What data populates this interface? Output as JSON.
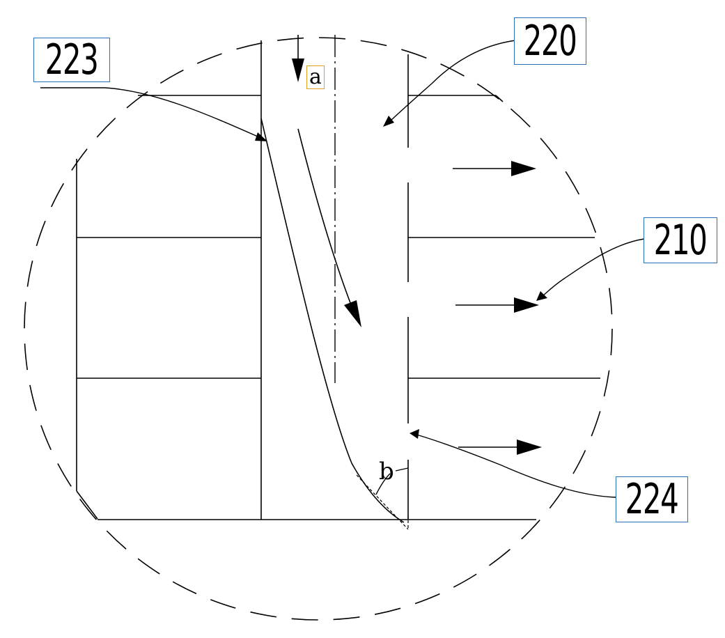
{
  "labels": {
    "ref_223": "223",
    "ref_220": "220",
    "ref_210": "210",
    "ref_224": "224",
    "angle_a": "a",
    "angle_b": "b"
  },
  "colors": {
    "line": "#000000",
    "label_border": "#2a6fb8",
    "angle_label_border": "#e0a020"
  }
}
